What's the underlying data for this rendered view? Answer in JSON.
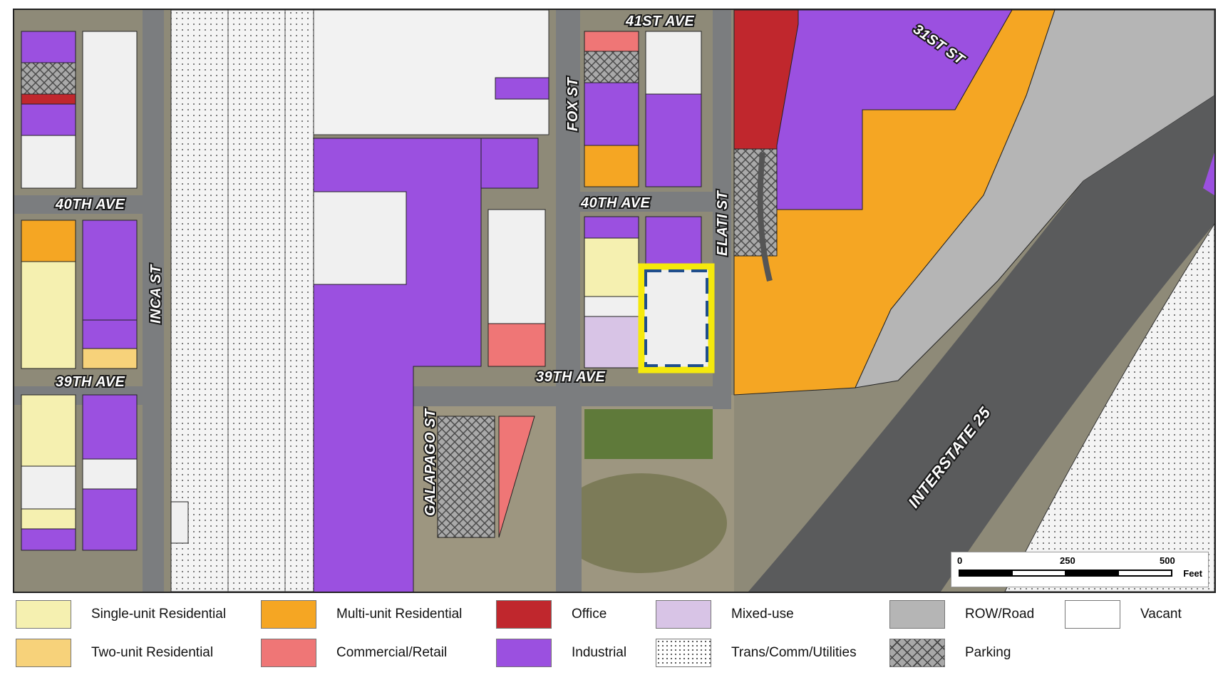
{
  "streets": {
    "ave_41st": "41ST AVE",
    "st_31st": "31ST ST",
    "fox_st": "FOX ST",
    "ave_40th_west": "40TH AVE",
    "ave_40th_east": "40TH AVE",
    "elati_st": "ELATI ST",
    "inca_st": "INCA ST",
    "ave_39th_west": "39TH AVE",
    "ave_39th_east": "39TH AVE",
    "galapago_st": "GALAPAGO ST",
    "interstate_25": "INTERSTATE 25"
  },
  "scale_bar": {
    "tick_0": "0",
    "tick_250": "250",
    "tick_500": "500",
    "unit": "Feet"
  },
  "legend": {
    "single_unit": "Single-unit Residential",
    "two_unit": "Two-unit Residential",
    "multi_unit": "Multi-unit Residential",
    "commercial": "Commercial/Retail",
    "office": "Office",
    "industrial": "Industrial",
    "mixed_use": "Mixed-use",
    "trans_comm": "Trans/Comm/Utilities",
    "row_road": "ROW/Road",
    "parking": "Parking",
    "vacant": "Vacant"
  },
  "colors": {
    "single_unit": "#f5f0b0",
    "two_unit": "#f7d27a",
    "multi_unit": "#f5a623",
    "commercial": "#ef7676",
    "office": "#c0272d",
    "industrial": "#9b50e0",
    "mixed_use": "#d8c4e6",
    "row_road": "#b5b5b5",
    "vacant": "#ffffff",
    "site_outline": "#f5e90c",
    "site_dash": "#1f4e8c"
  }
}
